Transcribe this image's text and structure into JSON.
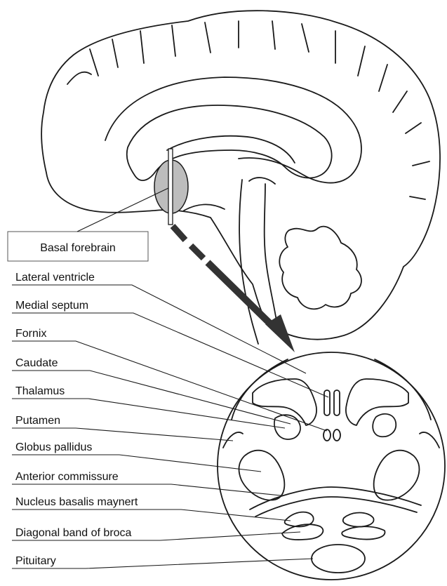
{
  "callout": {
    "label": "Basal forebrain"
  },
  "labels": [
    {
      "id": "lateral-ventricle",
      "text": "Lateral ventricle"
    },
    {
      "id": "medial-septum",
      "text": "Medial septum"
    },
    {
      "id": "fornix",
      "text": "Fornix"
    },
    {
      "id": "caudate",
      "text": "Caudate"
    },
    {
      "id": "thalamus",
      "text": "Thalamus"
    },
    {
      "id": "putamen",
      "text": "Putamen"
    },
    {
      "id": "globus-pallidus",
      "text": "Globus pallidus"
    },
    {
      "id": "anterior-commissure",
      "text": "Anterior commissure"
    },
    {
      "id": "nucleus-basalis-maynert",
      "text": "Nucleus basalis maynert"
    },
    {
      "id": "diagonal-band-of-broca",
      "text": "Diagonal band of broca"
    },
    {
      "id": "pituitary",
      "text": "Pituitary"
    }
  ],
  "colors": {
    "ink": "#1a1a1a",
    "arrow": "#333333",
    "highlight": "#bdbdbd",
    "background": "#ffffff"
  }
}
